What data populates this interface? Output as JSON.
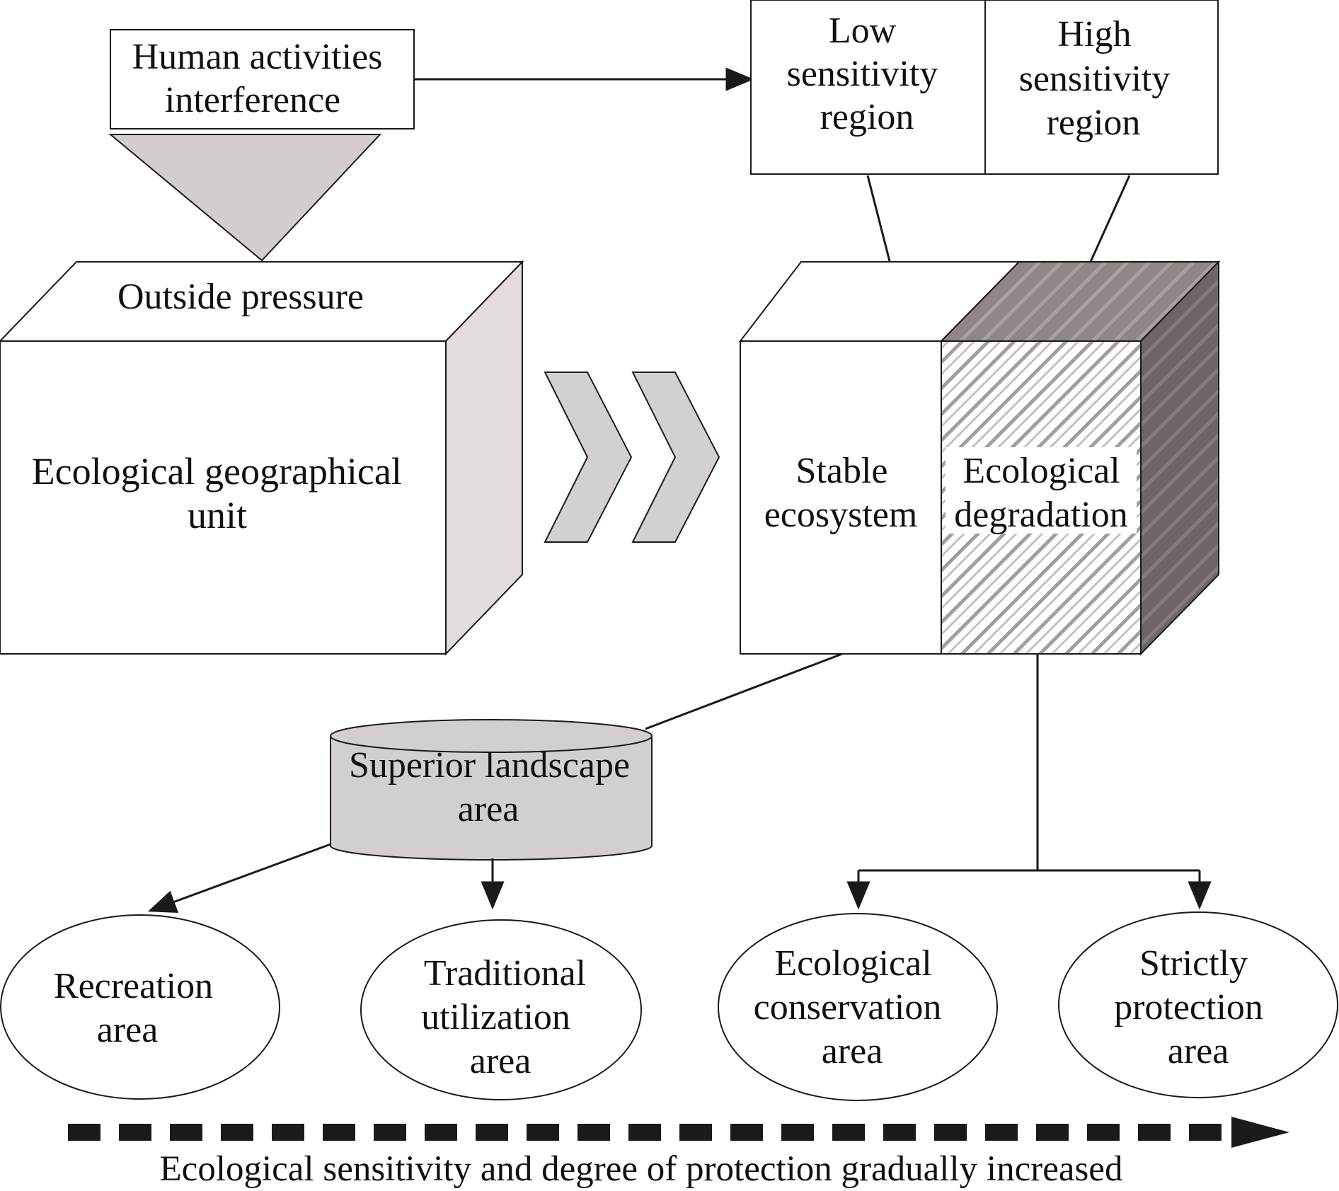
{
  "texts": {
    "human_activities": [
      "Human activities",
      "interference"
    ],
    "low_sensitivity": [
      "Low",
      "sensitivity",
      "region"
    ],
    "high_sensitivity": [
      "High",
      "sensitivity",
      "region"
    ],
    "outside_pressure": "Outside pressure",
    "eco_geo_unit": [
      "Ecological geographical",
      "unit"
    ],
    "stable_ecosystem": [
      "Stable",
      "ecosystem"
    ],
    "eco_degradation": [
      "Ecological",
      "degradation"
    ],
    "superior_landscape": [
      "Superior landscape",
      "area"
    ],
    "recreation": [
      "Recreation",
      "area"
    ],
    "traditional": [
      "Traditional",
      "utilization",
      "area"
    ],
    "conservation": [
      "Ecological",
      "conservation",
      "area"
    ],
    "strict": [
      "Strictly",
      "protection",
      "area"
    ],
    "bottom_caption": "Ecological sensitivity and degree of protection gradually increased"
  },
  "colors": {
    "stroke": "#1a1a1a",
    "triangle_fill": "#d3cdcd",
    "chevron_fill": "#d5d0d0",
    "cube_side_fill": "#e3dcdc",
    "cylinder_fill": "#d4cfcf",
    "degradation_top": "#8f8686",
    "degradation_side": "#6e6565",
    "hatch_light": "#b5acac",
    "hatch_dark": "#c9c1c1"
  }
}
